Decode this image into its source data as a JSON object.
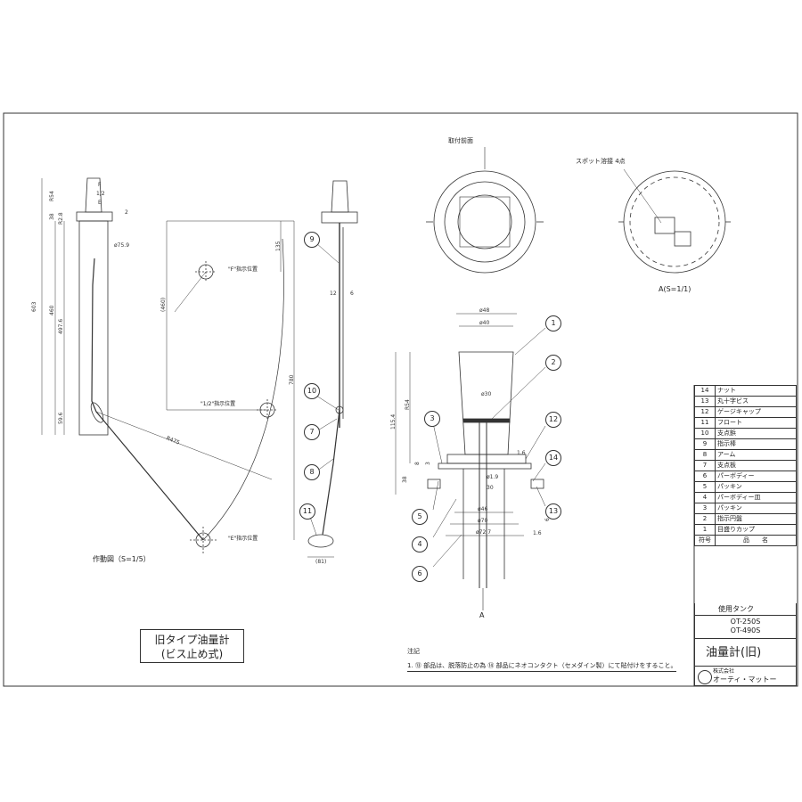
{
  "views": {
    "motion_view_caption": "作動図（S=1/5）",
    "mount_front_label": "取付前面",
    "spot_weld_label": "スポット溶接 4点",
    "view_a_caption": "A(S=1/1)",
    "section_arrow_label": "A",
    "position_f": "\"F\"指示位置",
    "position_half": "\"1/2\"指示位置",
    "position_e": "\"E\"指示位置"
  },
  "gauge_marks": [
    "F",
    "1/2",
    "E"
  ],
  "dimensions": {
    "motion_left": [
      "603",
      "460",
      "497.6",
      "R54",
      "38",
      "R2.8",
      "59.6"
    ],
    "motion_right": [
      "135",
      "(460)",
      "780",
      "R475"
    ],
    "motion_small": [
      "ø75.9",
      "2"
    ],
    "side_view": [
      "12",
      "6",
      "(81)"
    ],
    "section": [
      "ø48",
      "ø40",
      "ø30",
      "ø1.9",
      "30",
      "115.4",
      "R54",
      "8",
      "3",
      "38",
      "1.6",
      "ø46",
      "ø70",
      "ø72.7",
      "1.6",
      "6"
    ]
  },
  "callouts": [
    "1",
    "2",
    "3",
    "4",
    "5",
    "6",
    "7",
    "8",
    "9",
    "10",
    "11",
    "12",
    "13",
    "14"
  ],
  "parts_list": {
    "rows": [
      {
        "no": "14",
        "name": "ナット"
      },
      {
        "no": "13",
        "name": "丸十字ビス"
      },
      {
        "no": "12",
        "name": "ゲージキャップ"
      },
      {
        "no": "11",
        "name": "フロート"
      },
      {
        "no": "10",
        "name": "支点鋲"
      },
      {
        "no": "9",
        "name": "指示棒"
      },
      {
        "no": "8",
        "name": "アーム"
      },
      {
        "no": "7",
        "name": "支点板"
      },
      {
        "no": "6",
        "name": "パーボディー"
      },
      {
        "no": "5",
        "name": "パッキン"
      },
      {
        "no": "4",
        "name": "パーボディー皿"
      },
      {
        "no": "3",
        "name": "パッキン"
      },
      {
        "no": "2",
        "name": "指示円盤"
      },
      {
        "no": "1",
        "name": "目盛りカップ"
      }
    ],
    "header_no": "符号",
    "header_name": "品　　名"
  },
  "title_block": {
    "tank_header": "使用タンク",
    "tank_models": [
      "OT-250S",
      "OT-490S"
    ],
    "drawing_title": "油量計(旧)",
    "company_prefix": "株式会社",
    "company_name": "オーティ・マットー"
  },
  "old_type_box": {
    "line1": "旧タイプ油量計",
    "line2": "(ビス止め式)"
  },
  "notes": {
    "heading": "注記",
    "line1": "1. ⑬ 部品は、脱落防止の為 ⑭ 部品にネオコンタクト（セメダイン製）にて貼付けをすること。"
  }
}
